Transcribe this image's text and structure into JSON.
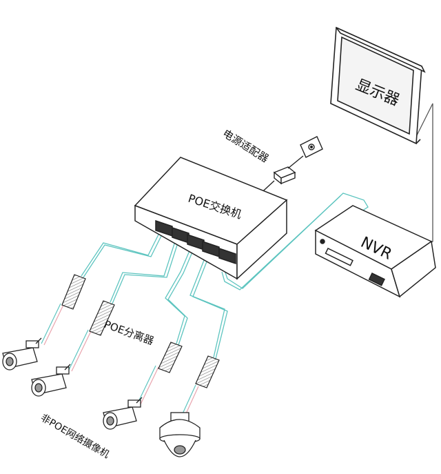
{
  "labels": {
    "monitor": "显示器",
    "nvr": "NVR",
    "power_adapter": "电源适配器",
    "poe_switch": "POE交换机",
    "poe_splitter": "POE分离器",
    "non_poe_camera": "非POE网络摄像机"
  },
  "colors": {
    "ethernet_cable": "#5cc4bf",
    "power_cable": "#e9a3ad",
    "outline": "#222222",
    "device_fill": "#ffffff",
    "screen_fill": "#f4f4f4"
  }
}
